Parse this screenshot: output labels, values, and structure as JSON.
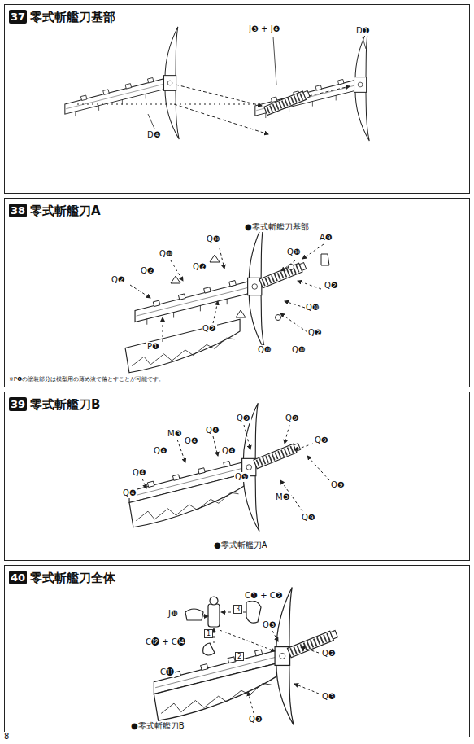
{
  "diagram": {
    "nodes": [
      {
        "text": [
          "零式斬艦刀基部"
        ]
      },
      {
        "text": [
          "37"
        ],
        "in": 0
      },
      {
        "text": [
          "零式斬艦刀A"
        ]
      },
      {
        "text": [
          "38"
        ],
        "in": 2
      },
      {
        "text": [
          "零式斬艦刀B"
        ]
      },
      {
        "text": [
          "39"
        ],
        "in": 4
      },
      {
        "text": [
          "零式斬艦刀全体"
        ]
      },
      {
        "text": [
          "40"
        ],
        "in": 6
      },
      {
        "text": [
          "3"
        ],
        "in": 6
      },
      {
        "text": [
          "1"
        ],
        "in": 6
      },
      {
        "text": [
          "2"
        ],
        "in": 6
      }
    ],
    "labels": [
      "J❸ + J❹",
      "D❶",
      "D❹",
      "●零式斬艦刀基部",
      "Q❿",
      "A❾",
      "Q❿",
      "Q❿",
      "Q❷",
      "Q❷",
      "Q❷",
      "Q❷",
      "Q❿",
      "Q❷",
      "Q❷",
      "Q❿",
      "Q❿",
      "P❶",
      "※P❶の塗装部分は模型用の薄め液で落とすことが可能です。",
      "Q❾",
      "Q❾",
      "M❸",
      "Q❹",
      "Q❹",
      "Q❹",
      "Q❹",
      "Q❹",
      "Q❹",
      "Q❾",
      "Q❾",
      "Q❾",
      "M❸",
      "Q❾",
      "●零式斬艦刀A",
      "J❿",
      "C❶ + C❷",
      "C⓬ + C⓮",
      "C⓫",
      "Q❸",
      "Q❸",
      "Q❸",
      "Q❸",
      "●零式斬艦刀B",
      "8"
    ]
  }
}
